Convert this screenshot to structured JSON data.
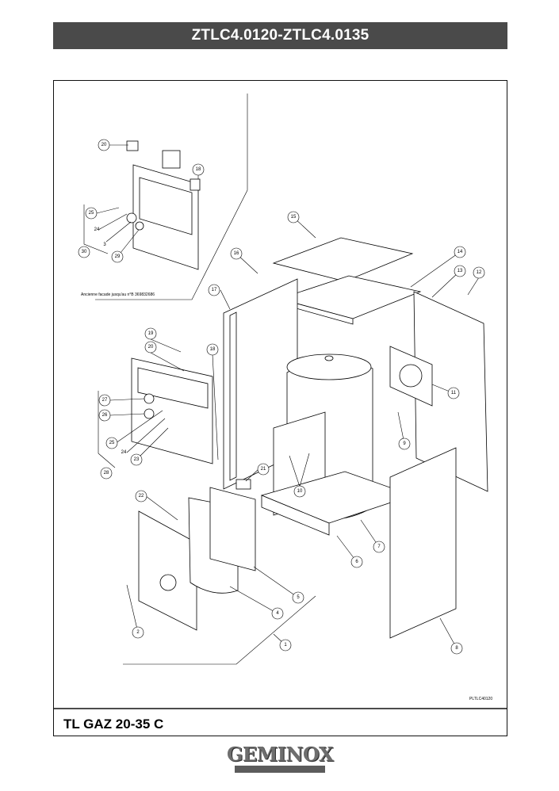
{
  "header": {
    "title": "ZTLC4.0120-ZTLC4.0135"
  },
  "footer": {
    "model": "TL GAZ 20-35 C",
    "reference": "PLTLC40120"
  },
  "note": {
    "old_facade": "Ancienne facade jusqu'au n°B 369832686"
  },
  "logo": {
    "text": "GEMINOX",
    "icon": "geminox-logo"
  },
  "callouts": [
    "1",
    "2",
    "3",
    "4",
    "5",
    "6",
    "7",
    "8",
    "9",
    "10",
    "11",
    "12",
    "13",
    "14",
    "15",
    "16",
    "17",
    "18",
    "19",
    "20",
    "21",
    "22",
    "23",
    "24",
    "25",
    "26",
    "27",
    "28",
    "29",
    "30"
  ]
}
